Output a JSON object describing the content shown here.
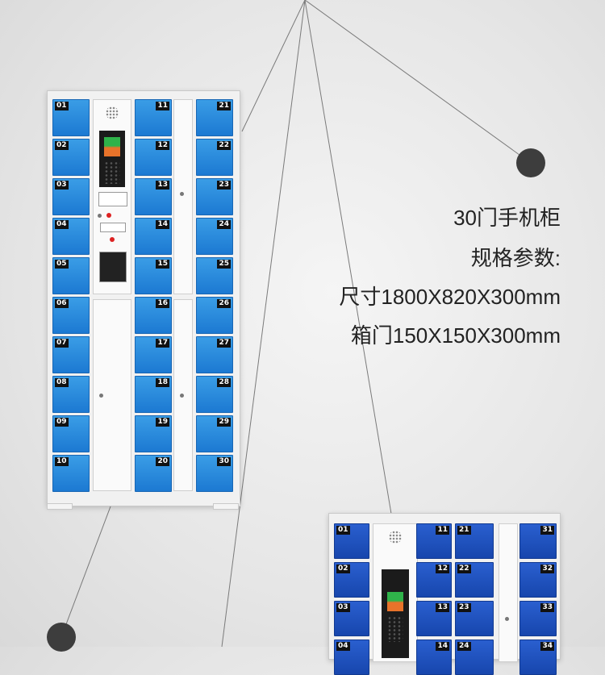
{
  "spec": {
    "title": "30门手机柜",
    "params_label": "规格参数:",
    "size": "尺寸1800X820X300mm",
    "box": "箱门150X150X300mm"
  },
  "cabinet_main": {
    "left_column": [
      "01",
      "02",
      "03",
      "04",
      "05",
      "06",
      "07",
      "08",
      "09",
      "10"
    ],
    "middle_column": [
      "11",
      "12",
      "13",
      "14",
      "15",
      "16",
      "17",
      "18",
      "19",
      "20"
    ],
    "right_column": [
      "21",
      "22",
      "23",
      "24",
      "25",
      "26",
      "27",
      "28",
      "29",
      "30"
    ],
    "door_color": "#2a8ae0"
  },
  "cabinet_second": {
    "left_column": [
      "01",
      "02",
      "03",
      "04"
    ],
    "col_a": [
      "11",
      "12",
      "13",
      "14"
    ],
    "col_b": [
      "21",
      "22",
      "23",
      "24"
    ],
    "col_c": [
      "31",
      "32",
      "33",
      "34"
    ],
    "door_color": "#1f52c0"
  },
  "accent": {
    "line": "#777777",
    "dot": "#3d3d3d"
  }
}
